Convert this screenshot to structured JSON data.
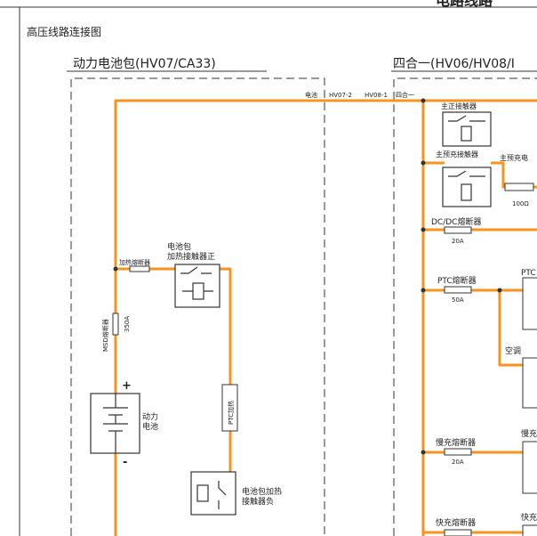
{
  "header": {
    "banner": "电路线路",
    "section_title": "高压线路连接图"
  },
  "battery_pack": {
    "title": "动力电池包(HV07/CA33)",
    "heating_fuse_label": "加热熔断器",
    "heating_relay_pos_label_1": "电池包",
    "heating_relay_pos_label_2": "加热接触器正",
    "msd_label": "MSD熔断器",
    "msd_rating": "350A",
    "ptc_heater_label": "PTC加热",
    "battery_label_1": "动力",
    "battery_label_2": "电池",
    "plus_sign": "+",
    "minus_sign": "-",
    "heating_relay_neg_label_1": "电池包加热",
    "heating_relay_neg_label_2": "接触器负"
  },
  "connectors": {
    "battery_side": "电池",
    "hv07": "HV07-2",
    "hv08": "HV08-1",
    "four_in_one_side": "四合一"
  },
  "four_in_one": {
    "title": "四合一(HV06/HV08/I",
    "main_pos_contactor": "主正接触器",
    "main_precharge_contactor": "主预充接触器",
    "precharge_resistor_label": "主预充电",
    "precharge_resistor_value": "100Ω",
    "dcdc_fuse": "DC/DC熔断器",
    "dcdc_fuse_rating": "20A",
    "ptc_fuse": "PTC熔断器",
    "ptc_fuse_rating": "50A",
    "ptc_partial": "PTC",
    "ac_partial": "空调",
    "slow_charge_fuse": "慢充熔断器",
    "slow_charge_rating": "20A",
    "slow_partial": "慢充",
    "fast_charge_fuse": "快充熔断器",
    "fast_partial": "快充"
  },
  "colors": {
    "wire": "#f7931e",
    "line": "#333333",
    "text": "#222222"
  }
}
